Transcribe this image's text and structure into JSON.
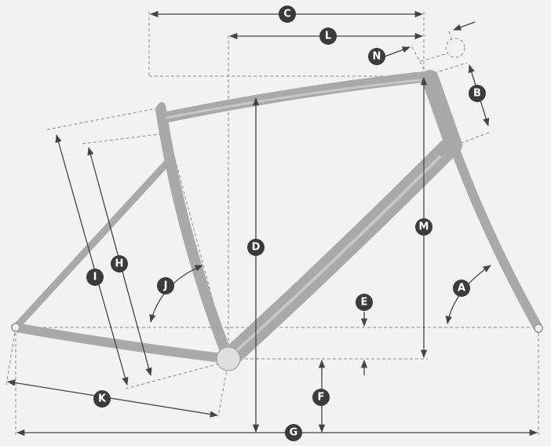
{
  "diagram": {
    "colors": {
      "background": "#f2f2f2",
      "frame": "#a9a9a9",
      "label_fill": "#3b3b3b",
      "label_text": "#ffffff"
    },
    "labels": {
      "A": "A",
      "B": "B",
      "C": "C",
      "D": "D",
      "E": "E",
      "F": "F",
      "G": "G",
      "H": "H",
      "I": "I",
      "J": "J",
      "K": "K",
      "L": "L",
      "M": "M",
      "N": "N"
    }
  }
}
